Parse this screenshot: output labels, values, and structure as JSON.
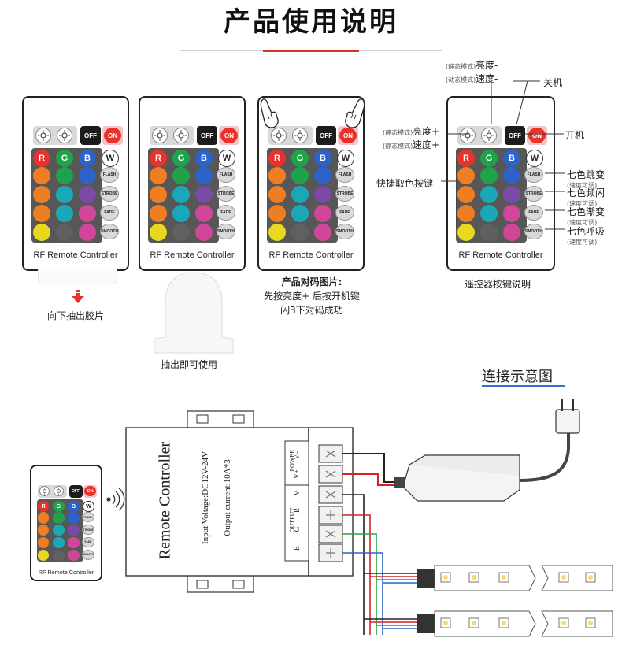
{
  "header": {
    "title": "产品使用说明"
  },
  "remote": {
    "caption": "RF Remote Controller",
    "off_label": "OFF",
    "on_label": "ON",
    "rgbw": [
      "R",
      "G",
      "B",
      "W"
    ],
    "mode_keys": [
      "FLASH",
      "STROBE",
      "FADE",
      "SMOOTH"
    ],
    "mode_keys_small": [
      "FLASH",
      "STROBE",
      "FADE",
      "SMOOTH"
    ]
  },
  "steps": {
    "pull_tab": "向下抽出胶片",
    "ready": "抽出即可使用",
    "pairing_lines": [
      "产品对码图片:",
      "先按亮度+ 后按开机键",
      "闪3下对码成功"
    ],
    "button_guide": "遥控器按键说明"
  },
  "callouts": {
    "static_mode": "(静态模式)",
    "dynamic_mode": "(动态模式)",
    "brightness_minus": "亮度-",
    "speed_minus": "速度-",
    "brightness_plus": "亮度+",
    "speed_plus": "速度+",
    "power_off": "关机",
    "power_on": "开机",
    "quick_color": "快捷取色按键",
    "flash_desc": "七色跳变",
    "strobe_desc": "七色频闪",
    "fade_desc": "七色渐变",
    "smooth_desc": "七色呼吸",
    "speed_adjustable": "(速度可调)"
  },
  "wiring": {
    "title": "连接示意图",
    "controller_name": "Remote Controller",
    "input_voltage": "Input Voltage:DC12V-24V",
    "output_current": "Output current:10A*3",
    "power_label": "POWER",
    "output_label": "OUTPUT",
    "terminal_labels": [
      "V–",
      "V+",
      "V",
      "R",
      "G",
      "B"
    ]
  },
  "colors": {
    "red": "#e8322b",
    "green": "#1fa34a",
    "blue": "#2d62c8",
    "orange": "#ef7d22",
    "teal": "#1aa8b8",
    "purple": "#7b4aa8",
    "yellow": "#e8d81e",
    "grey": "#606060",
    "pink": "#d0479a",
    "dark": "#1c1c1c",
    "panel": "#575757"
  }
}
